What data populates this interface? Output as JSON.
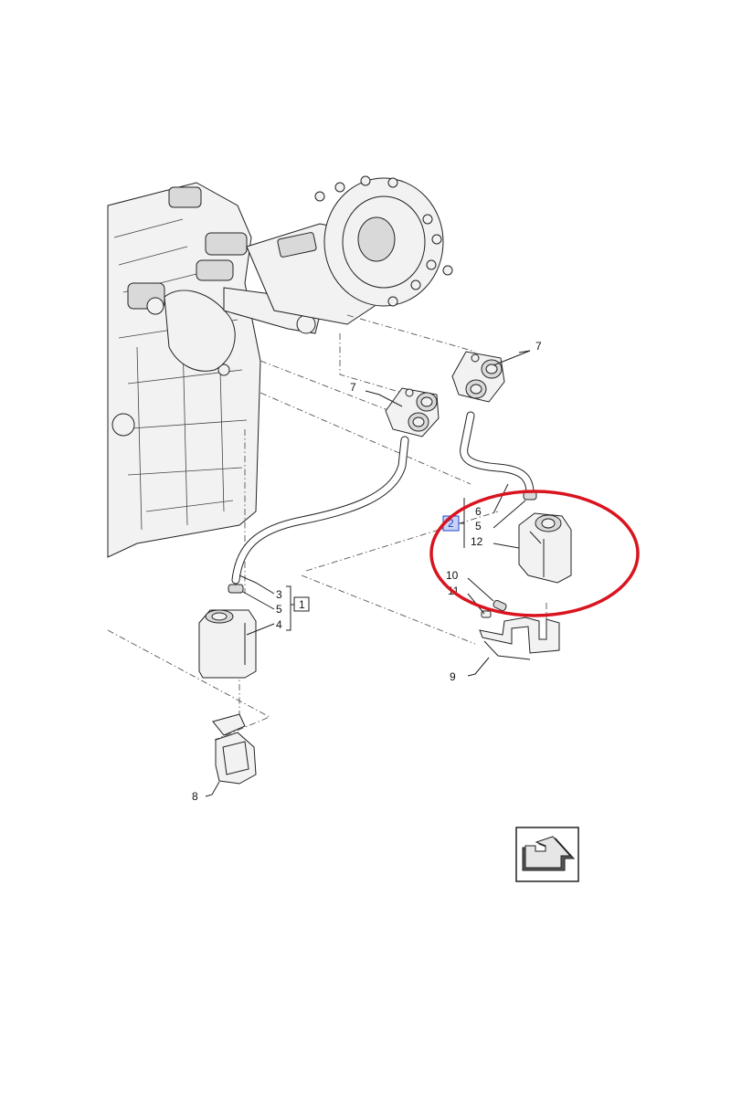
{
  "callouts": {
    "c3": "3",
    "c5a": "5",
    "c4": "4",
    "c1": "1",
    "c6": "6",
    "c5b": "5",
    "c12": "12",
    "c2": "2",
    "c10": "10",
    "c11": "11",
    "c9": "9",
    "c7a": "7",
    "c7b": "7",
    "c8": "8"
  },
  "highlight_color": "#d9141f",
  "ref_box_color": "#2244cc",
  "nav_icon": "return-arrow-icon"
}
